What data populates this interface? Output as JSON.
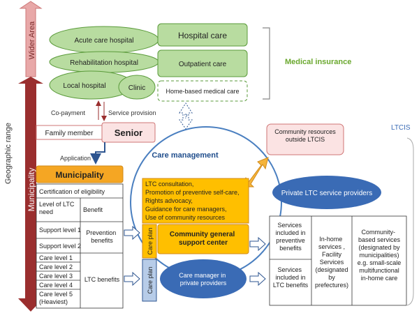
{
  "colors": {
    "green_fill": "#b8dca0",
    "green_stroke": "#5a9a3a",
    "green_text": "#6aa82e",
    "red_band": "#e8a8a8",
    "red_dark": "#9a2e2e",
    "pink_fill": "#fbe3e3",
    "pink_stroke": "#cf7474",
    "orange_fill": "#f5a623",
    "yellow_fill": "#ffbf00",
    "blue_fill": "#3a6bb5",
    "blue_light": "#b7cce8",
    "blue_stroke": "#2d5590",
    "blue_text": "#1f4d8c"
  },
  "ranges": {
    "wider_area": "Wider Area",
    "municipality": "Municipality",
    "axis_label": "Geographic range"
  },
  "hospitals": {
    "acute": "Acute care hospital",
    "rehab": "Rehabilitation hospital",
    "local": "Local hospital",
    "clinic": "Clinic"
  },
  "care": {
    "hospital_care": "Hospital care",
    "outpatient": "Outpatient care",
    "home_based": "Home-based medical care"
  },
  "medical_insurance": "Medical insurance",
  "ltcis": "LTCIS",
  "flows": {
    "copayment": "Co-payment",
    "service_provision": "Service provision",
    "application": "Application",
    "question": "?"
  },
  "people": {
    "family_member": "Family member",
    "senior": "Senior"
  },
  "municipality_box": "Municipality",
  "certification": {
    "title": "Certification of eligibility",
    "level_header": "Level of LTC need",
    "benefit_header": "Benefit",
    "support_levels": [
      "Support level 1",
      "Support level 2"
    ],
    "prevention_benefits": "Prevention benefits",
    "care_levels": [
      "Care level 1",
      "Care level 2",
      "Care level 3",
      "Care level 4",
      "Care level 5 (Heaviest)"
    ],
    "ltc_benefits": "LTC benefits"
  },
  "care_management": "Care management",
  "community_resources": "Community resources outside LTCIS",
  "private_providers": "Private LTC service providers",
  "support_center": {
    "consultation_lines": [
      "LTC consultation,",
      "Promotion of preventive self-care,",
      "Rights advocacy,",
      "Guidance for care managers,",
      "Use of community resources"
    ],
    "name": "Community general support center",
    "care_plan": "Care plan"
  },
  "care_manager": "Care manager in private providers",
  "services": {
    "preventive": "Services included in preventive benefits",
    "ltc": "Services included in LTC benefits",
    "in_home": "In-home services , Facility Services (designated by prefectures)",
    "community_based": "Community- based services (designated by municipalities) e.g. small-scale multifunctional in-home care"
  }
}
